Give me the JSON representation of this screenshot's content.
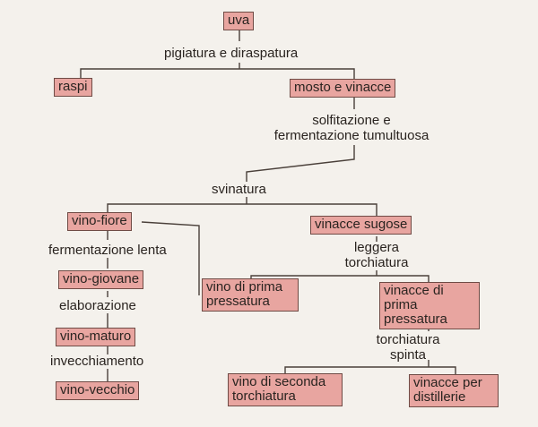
{
  "nodes": {
    "uva": "uva",
    "raspi": "raspi",
    "mosto_vinacce": "mosto e vinacce",
    "vino_fiore": "vino-fiore",
    "vinacce_sugose": "vinacce sugose",
    "vino_giovane": "vino-giovane",
    "vino_prima_1": "vino di prima",
    "vino_prima_2": "pressatura",
    "vinacce_prima_1": "vinacce di prima",
    "vinacce_prima_2": "pressatura",
    "vino_maturo": "vino-maturo",
    "vino_vecchio": "vino-vecchio",
    "vino_seconda_1": "vino di seconda",
    "vino_seconda_2": "torchiatura",
    "vinacce_distillerie_1": "vinacce per",
    "vinacce_distillerie_2": "distillerie"
  },
  "processes": {
    "pigiatura": "pigiatura e diraspatura",
    "solfitazione_1": "solfitazione e",
    "solfitazione_2": "fermentazione tumultuosa",
    "svinatura": "svinatura",
    "fermentazione_lenta": "fermentazione lenta",
    "leggera_1": "leggera",
    "leggera_2": "torchiatura",
    "elaborazione": "elaborazione",
    "invecchiamento": "invecchiamento",
    "spinta_1": "torchiatura",
    "spinta_2": "spinta"
  }
}
